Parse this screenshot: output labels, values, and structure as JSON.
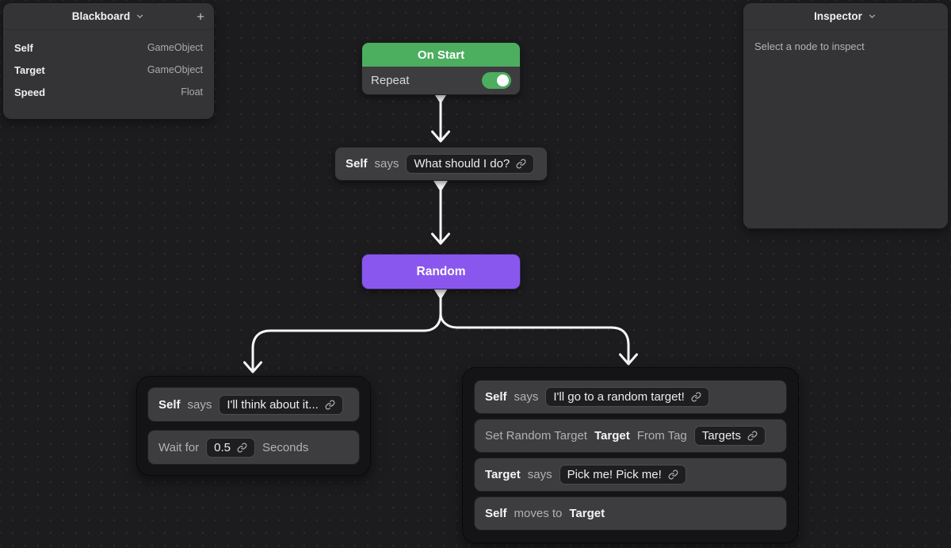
{
  "colors": {
    "canvas_bg": "#1c1c1e",
    "dot": "#2b2b2e",
    "panel_bg": "#343437",
    "node_bg": "#3d3d40",
    "group_bg": "#141416",
    "field_bg": "#1e1e20",
    "green": "#4cae5f",
    "purple": "#8a57ee",
    "connector": "#f7f7f7"
  },
  "blackboard": {
    "title": "Blackboard",
    "add_label": "+",
    "rows": [
      {
        "name": "Self",
        "type": "GameObject"
      },
      {
        "name": "Target",
        "type": "GameObject"
      },
      {
        "name": "Speed",
        "type": "Float"
      }
    ]
  },
  "inspector": {
    "title": "Inspector",
    "empty_message": "Select a node to inspect"
  },
  "graph": {
    "on_start": {
      "title": "On Start",
      "repeat_label": "Repeat",
      "repeat_on": true
    },
    "say_root": {
      "subject": "Self",
      "verb": "says",
      "value": "What should I do?"
    },
    "random": {
      "title": "Random"
    },
    "left_branch": {
      "say": {
        "subject": "Self",
        "verb": "says",
        "value": "I'll think about it..."
      },
      "wait": {
        "prefix": "Wait for",
        "value": "0.5",
        "suffix": "Seconds"
      }
    },
    "right_branch": {
      "say1": {
        "subject": "Self",
        "verb": "says",
        "value": "I'll go to a random target!"
      },
      "set_target": {
        "action": "Set Random Target",
        "variable": "Target",
        "middle": "From Tag",
        "value": "Targets"
      },
      "say2": {
        "subject": "Target",
        "verb": "says",
        "value": "Pick me! Pick me!"
      },
      "move": {
        "subject": "Self",
        "verb": "moves to",
        "object": "Target"
      }
    }
  }
}
